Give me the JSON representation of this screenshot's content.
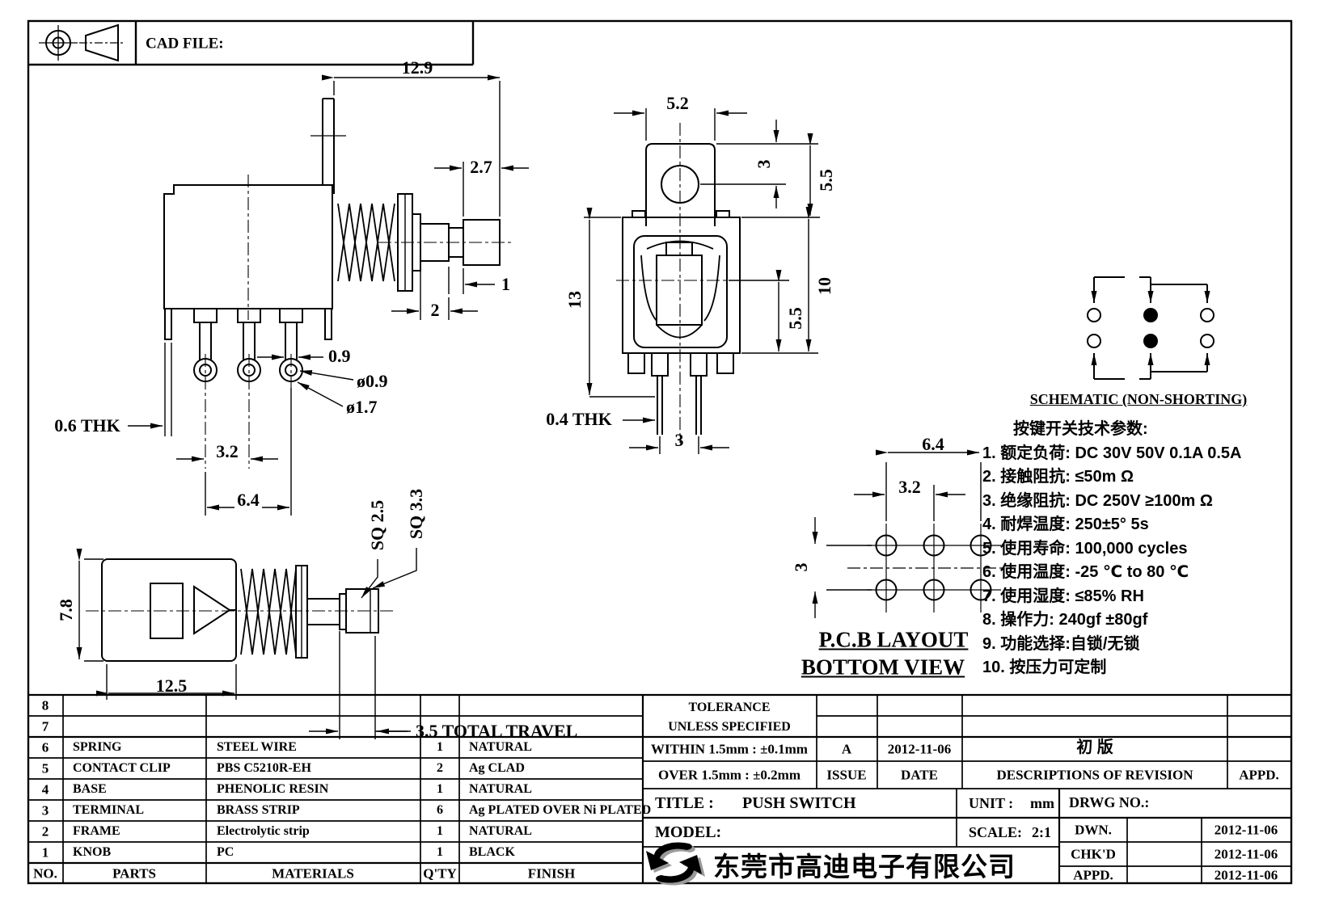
{
  "header": {
    "cad_file": "CAD FILE:"
  },
  "side_view": {
    "d_129": "12.9",
    "d_27": "2.7",
    "d_1": "1",
    "d_2": "2",
    "d_09": "0.9",
    "d_dia09": "ø0.9",
    "d_dia17": "ø1.7",
    "d_thk": "0.6 THK",
    "d_32": "3.2",
    "d_64": "6.4"
  },
  "front_view": {
    "d_52": "5.2",
    "d_3top": "3",
    "d_55top": "5.5",
    "d_13": "13",
    "d_10": "10",
    "d_55bot": "5.5",
    "d_thk": "0.4 THK",
    "d_3bot": "3"
  },
  "top_view": {
    "d_sq25": "SQ 2.5",
    "d_sq33": "SQ 3.3",
    "d_78": "7.8",
    "d_125": "12.5",
    "d_travel": "3.5 TOTAL TRAVEL"
  },
  "schematic": {
    "label": "SCHEMATIC (NON-SHORTING)"
  },
  "pcb": {
    "d_64": "6.4",
    "d_32": "3.2",
    "d_3": "3",
    "title": "P.C.B LAYOUT",
    "subtitle": "BOTTOM VIEW"
  },
  "parameters": {
    "title": "按键开关技术参数:",
    "items": [
      "1. 额定负荷: DC 30V 50V    0.1A  0.5A",
      "2. 接触阻抗:  ≤50m Ω",
      "3. 绝缘阻抗: DC 250V  ≥100m Ω",
      "4. 耐焊温度: 250±5°   5s",
      "5. 使用寿命: 100,000 cycles",
      "6. 使用温度: -25 ℃ to 80 ℃",
      "7. 使用湿度:  ≤85% RH",
      "8. 操作力: 240gf  ±80gf",
      "9. 功能选择:自锁/无锁",
      "10. 按压力可定制"
    ]
  },
  "parts_table": {
    "headers": {
      "no": "NO.",
      "parts": "PARTS",
      "materials": "MATERIALS",
      "qty": "Q'TY",
      "finish": "FINISH"
    },
    "row_numbers": [
      "8",
      "7",
      "6",
      "5",
      "4",
      "3",
      "2",
      "1"
    ],
    "rows": [
      {
        "no": "6",
        "part": "SPRING",
        "material": "STEEL WIRE",
        "qty": "1",
        "finish": "NATURAL"
      },
      {
        "no": "5",
        "part": "CONTACT CLIP",
        "material": "PBS C5210R-EH",
        "qty": "2",
        "finish": "Ag CLAD"
      },
      {
        "no": "4",
        "part": "BASE",
        "material": "PHENOLIC RESIN",
        "qty": "1",
        "finish": "NATURAL"
      },
      {
        "no": "3",
        "part": "TERMINAL",
        "material": "BRASS STRIP",
        "qty": "6",
        "finish": "Ag PLATED OVER Ni PLATED"
      },
      {
        "no": "2",
        "part": "FRAME",
        "material": "Electrolytic strip",
        "qty": "1",
        "finish": "NATURAL"
      },
      {
        "no": "1",
        "part": "KNOB",
        "material": "PC",
        "qty": "1",
        "finish": "BLACK"
      }
    ]
  },
  "title_block": {
    "tolerance_line1": "TOLERANCE",
    "tolerance_line2": "UNLESS  SPECIFIED",
    "within": "WITHIN 1.5mm : ±0.1mm",
    "over": "OVER 1.5mm : ±0.2mm",
    "issue_value": "A",
    "issue_label": "ISSUE",
    "date_value": "2012-11-06",
    "date_label": "DATE",
    "revision_value": "初 版",
    "revision_label": "DESCRIPTIONS OF REVISION",
    "appd_label": "APPD.",
    "title_label": "TITLE :",
    "title_value": "PUSH SWITCH",
    "unit_label": "UNIT :",
    "unit_value": "mm",
    "model_label": "MODEL:",
    "scale_label": "SCALE:",
    "scale_value": "2:1",
    "drwg_label": "DRWG NO.:",
    "company": "东莞市高迪电子有限公司",
    "sign_rows": [
      {
        "label": "DWN.",
        "date": "2012-11-06"
      },
      {
        "label": "CHK'D",
        "date": "2012-11-06"
      },
      {
        "label": "APPD.",
        "date": "2012-11-06"
      }
    ]
  }
}
